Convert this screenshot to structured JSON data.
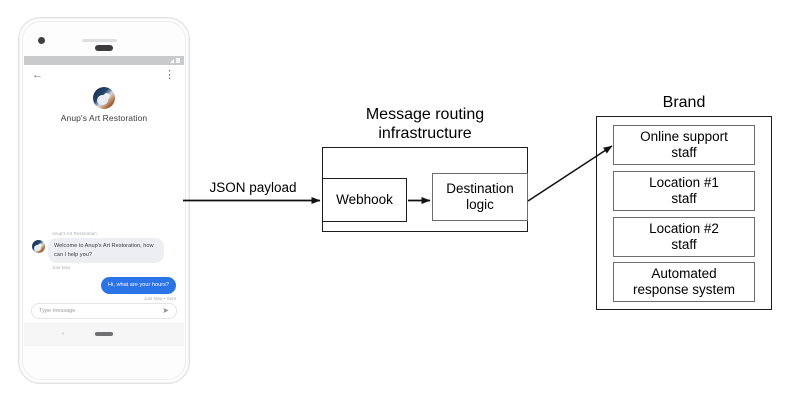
{
  "phone": {
    "status_bar": {
      "signal_icon": "signal-triangle-icon",
      "battery_icon": "battery-icon"
    },
    "app_bar": {
      "back_icon": "back-arrow-icon",
      "menu_icon": "overflow-menu-icon"
    },
    "brand": {
      "name": "Anup's Art Restoration",
      "avatar_icon": "brand-avatar-icon"
    },
    "messages": [
      {
        "sender": "Anup's Art Restoration",
        "text": "Welcome to Anup's Art Restoration, how can I help you?",
        "timestamp": "Just Now",
        "direction": "incoming"
      },
      {
        "text": "Hi, what are your hours?",
        "timestamp": "Just Now • Sent",
        "direction": "outgoing"
      }
    ],
    "composer": {
      "placeholder": "Type message",
      "send_icon": "send-icon"
    },
    "nav": {
      "back_icon": "nav-back-icon",
      "home_icon": "nav-home-indicator"
    }
  },
  "diagram": {
    "payload_label": "JSON payload",
    "infrastructure": {
      "title_line1": "Message routing",
      "title_line2": "infrastructure",
      "nodes": [
        {
          "label": "Webhook"
        },
        {
          "label_line1": "Destination",
          "label_line2": "logic"
        }
      ]
    },
    "brand_group": {
      "title": "Brand",
      "items": [
        {
          "line1": "Online support",
          "line2": "staff"
        },
        {
          "line1": "Location #1",
          "line2": "staff"
        },
        {
          "line1": "Location #2",
          "line2": "staff"
        },
        {
          "line1": "Automated",
          "line2": "response system"
        }
      ]
    }
  },
  "colors": {
    "outgoing_bubble": "#2a74e8",
    "incoming_bubble": "#eceef1",
    "stroke": "#1c1c1c",
    "box_stroke": "#6d6d6d"
  }
}
